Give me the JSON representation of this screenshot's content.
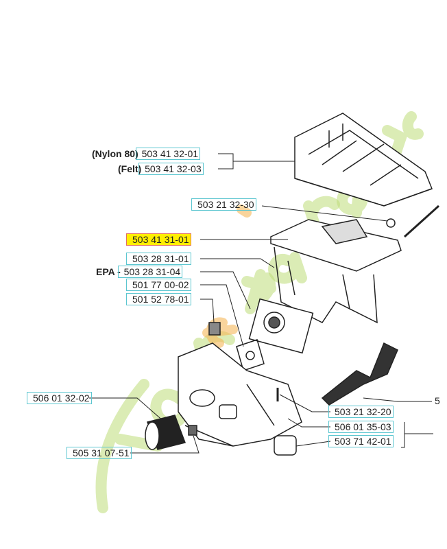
{
  "parts": {
    "air_filter_nylon": {
      "note": "(Nylon 80)",
      "number": "503 41 32-01"
    },
    "air_filter_felt": {
      "note": "(Felt)",
      "number": "503 41 32-03"
    },
    "screw_top": {
      "number": "503 21 32-30"
    },
    "filter_holder": {
      "number": "503 41 31-01"
    },
    "carburetor": {
      "number": "503 28 31-01"
    },
    "carburetor_epa": {
      "note": "EPA -",
      "number": "503 28 31-04"
    },
    "gasket": {
      "number": "501 77 00-02"
    },
    "nut": {
      "number": "501 52 78-01"
    },
    "sleeve": {
      "number": "506 01 32-02"
    },
    "screw_bottom": {
      "number": "503 21 32-20"
    },
    "intake": {
      "number": "506 01 35-03"
    },
    "plug": {
      "number": "503 71 42-01"
    },
    "pin": {
      "number": "505 31 07-51"
    },
    "truncated_label": "5"
  },
  "watermark": "Foretjardin.com",
  "colors": {
    "label_box": "#5cc6d0",
    "highlight": "#ffee00",
    "watermark_green": "#bedc78",
    "watermark_orange": "#f5b85a"
  }
}
